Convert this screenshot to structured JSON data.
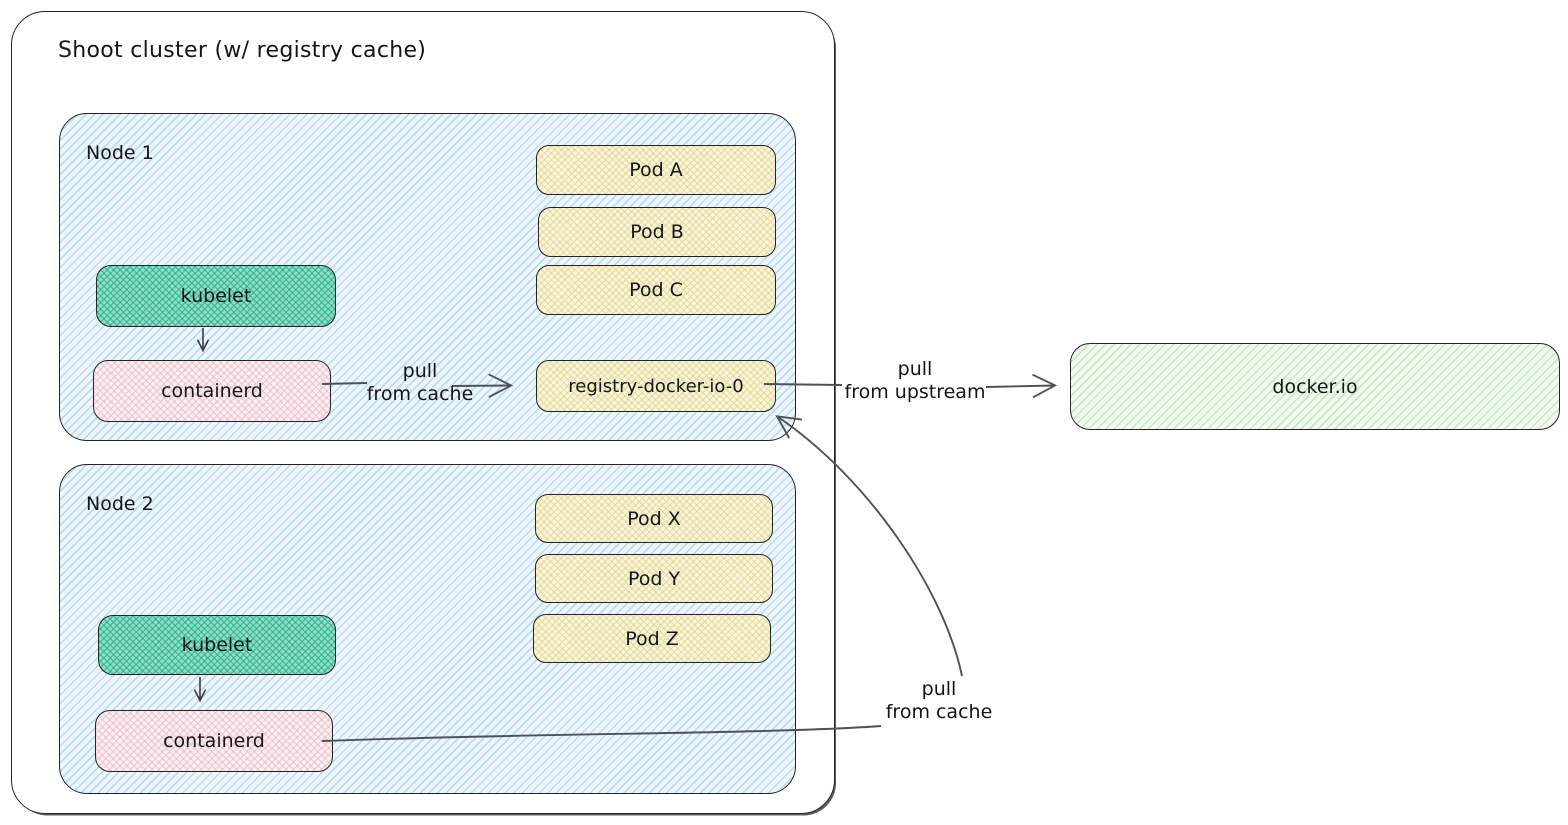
{
  "colors": {
    "stroke": "#242424",
    "arrow": "#4d5158",
    "node_fill": "#eef6fc",
    "pod_fill": "#faf5dc",
    "kubelet_fill": "#8fdfc7",
    "containerd_fill": "#fbf0f2",
    "external_fill": "#f2faf0"
  },
  "cluster": {
    "title": "Shoot cluster (w/ registry cache)"
  },
  "nodes": [
    {
      "label": "Node 1",
      "kubelet": "kubelet",
      "containerd": "containerd",
      "pods": [
        "Pod A",
        "Pod B",
        "Pod C"
      ],
      "registry": "registry-docker-io-0"
    },
    {
      "label": "Node 2",
      "kubelet": "kubelet",
      "containerd": "containerd",
      "pods": [
        "Pod X",
        "Pod Y",
        "Pod Z"
      ]
    }
  ],
  "external": {
    "label": "docker.io"
  },
  "edges": {
    "node1_to_registry": {
      "line1": "pull",
      "line2": "from cache"
    },
    "registry_to_upstream": {
      "line1": "pull",
      "line2": "from upstream"
    },
    "node2_to_registry": {
      "line1": "pull",
      "line2": "from cache"
    }
  }
}
